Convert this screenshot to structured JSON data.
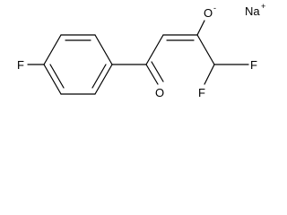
{
  "molecule": {
    "atoms": {
      "fluorine_ring": "F",
      "oxygen_carbonyl": "O",
      "oxygen_enolate": "O",
      "enolate_charge": "-",
      "fluorine_cf2_a": "F",
      "fluorine_cf2_b": "F",
      "counterion": "Na",
      "counterion_charge": "+"
    }
  }
}
